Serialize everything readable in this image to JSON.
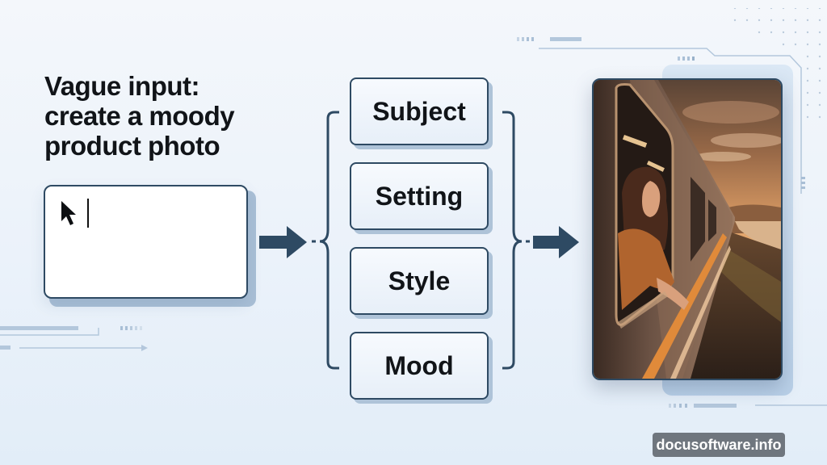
{
  "heading": {
    "lines": [
      "Vague input:",
      "create a moody",
      "product photo"
    ]
  },
  "input_box": {
    "value": "",
    "cursor_icon": "mouse-pointer-icon",
    "caret": "text-caret"
  },
  "components": [
    {
      "label": "Subject"
    },
    {
      "label": "Setting"
    },
    {
      "label": "Style"
    },
    {
      "label": "Mood"
    }
  ],
  "output_image": {
    "description": "Woman leaning out of a train window at sunset along a coastline",
    "alt": "Generated moody photo: woman looking out train window at golden sunset"
  },
  "arrows": [
    "input-to-components",
    "components-to-output"
  ],
  "watermark": {
    "text": "docusoftware.info"
  },
  "colors": {
    "accent_dark": "#2e4a63",
    "shadow_blue": "#a9bfd6",
    "background": "#ebf2fa",
    "text": "#111418"
  }
}
